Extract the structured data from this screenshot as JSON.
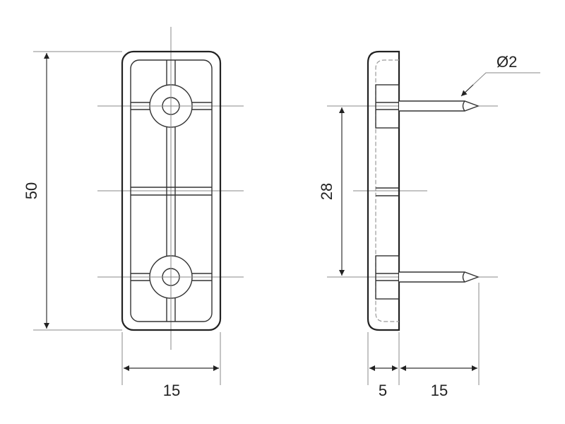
{
  "dimensions": {
    "height_total": "50",
    "width_front": "15",
    "pin_spacing": "28",
    "pin_diameter": "Ø2",
    "plate_thickness": "5",
    "pin_length": "15"
  }
}
